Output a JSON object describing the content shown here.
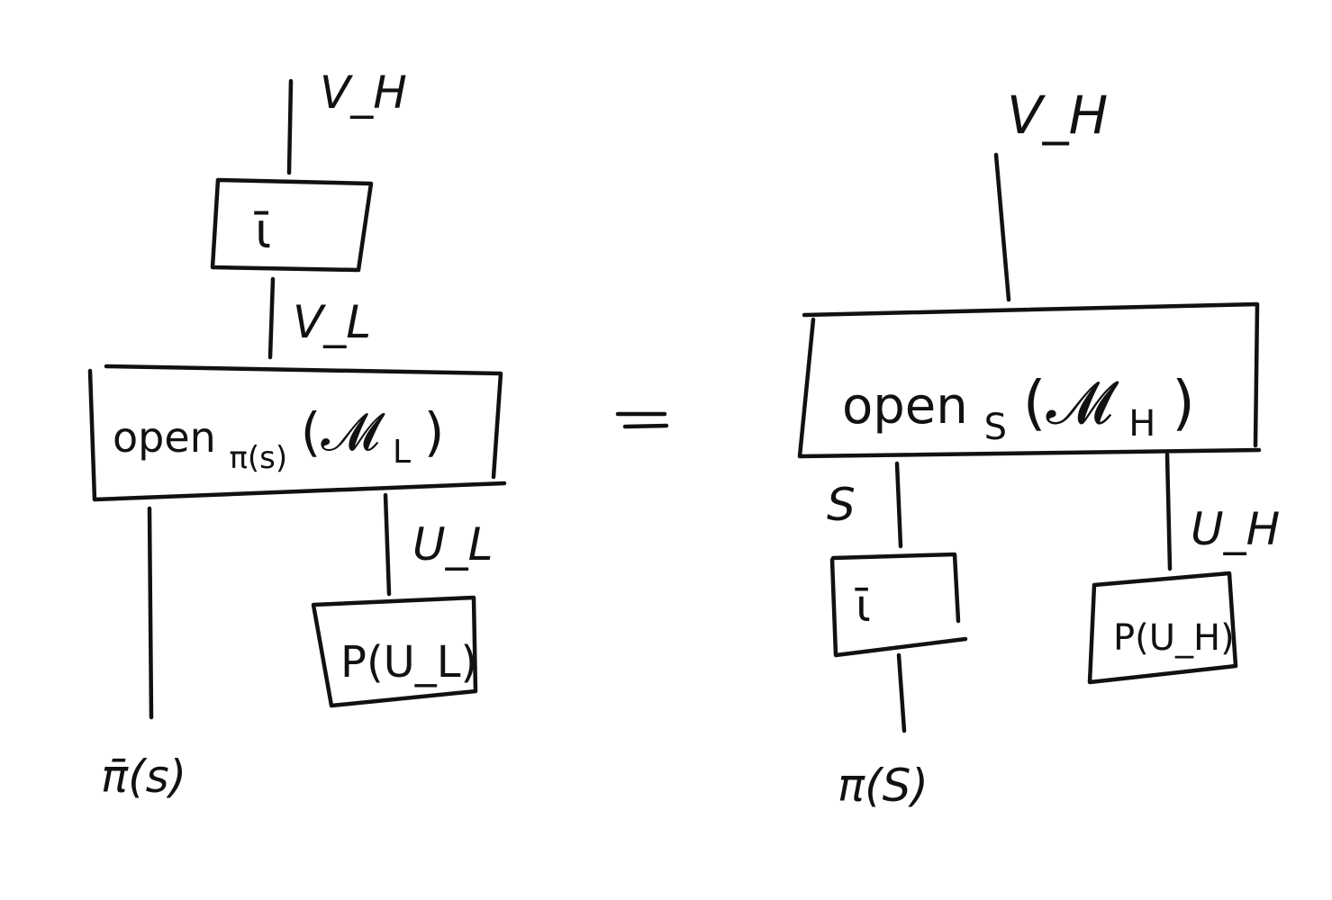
{
  "left": {
    "top_wire_label": "V_H",
    "iota_bar_box": "ῑ",
    "middle_wire_label": "V_L",
    "open_box": {
      "main": "open",
      "subscript": "π(s)",
      "arg": "(𝓜",
      "arg_sub": "L",
      "arg_close": ")"
    },
    "right_wire_label": "U_L",
    "prob_box": "P(U_L)",
    "bottom_wire_label": "π̄(s)"
  },
  "equals": "=",
  "right": {
    "top_wire_label": "V_H",
    "open_box": {
      "main": "open",
      "subscript": "S",
      "arg": "(𝓜",
      "arg_sub": "H",
      "arg_close": ")"
    },
    "left_wire_label": "S",
    "iota_bar_box": "ῑ",
    "right_wire_label": "U_H",
    "prob_box": "P(U_H)",
    "bottom_wire_label": "π(S)"
  }
}
